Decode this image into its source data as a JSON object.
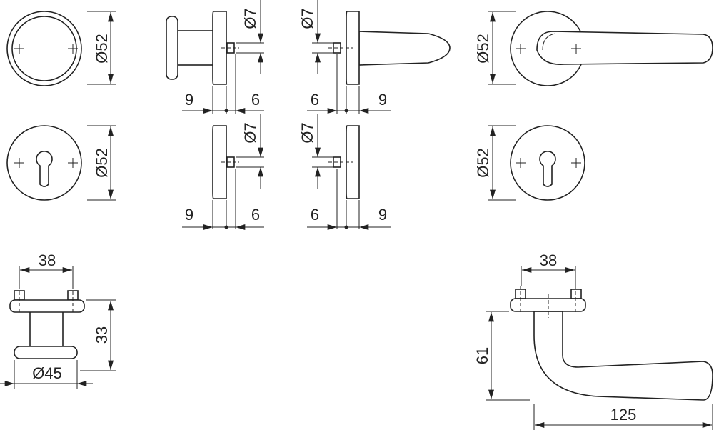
{
  "drawing": {
    "dims": {
      "rose_round_d": "Ø52",
      "rose_key_d": "Ø52",
      "lever_rose_d": "Ø52",
      "lever_key_d": "Ø52",
      "knob_spindle_d": "Ø7",
      "lever_spindle_d": "Ø7",
      "knob_rose_spindle_d": "Ø7",
      "lever_rose_spindle_d": "Ø7",
      "knob_left_9": "9",
      "knob_right_6": "6",
      "lever_left_6": "6",
      "lever_right_9": "9",
      "rose2_left_9": "9",
      "rose2_right_6": "6",
      "rose3_left_6": "6",
      "rose3_right_9": "9",
      "knob_pin_spacing": "38",
      "knob_height": "33",
      "knob_diameter": "Ø45",
      "lever_pin_spacing": "38",
      "lever_height": "61",
      "lever_length": "125"
    }
  }
}
